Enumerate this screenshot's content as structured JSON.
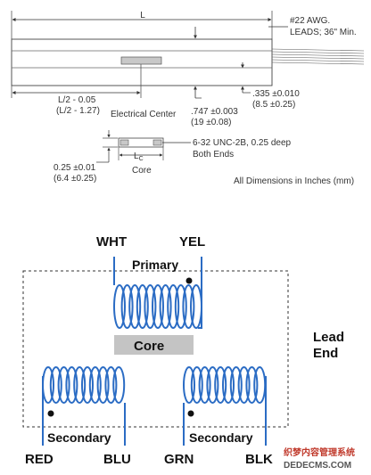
{
  "mechanical": {
    "length_label": "L",
    "leads_line1": "#22 AWG.",
    "leads_line2": "LEADS; 36\" Min.",
    "half_length_in": "L/2 - 0.05",
    "half_length_mm": "(L/2 - 1.27)",
    "electrical_center": "Electrical Center",
    "diameter_in": ".747 ±0.003",
    "diameter_mm": "(19 ±0.08)",
    "offset_in": ".335 ±0.010",
    "offset_mm": "(8.5 ±0.25)",
    "thread_line1": "6-32 UNC-2B, 0.25 deep",
    "thread_line2": "Both Ends",
    "core_length_label": "L",
    "core_length_sub": "C",
    "core_label": "Core",
    "core_dim_in": "0.25 ±0.01",
    "core_dim_mm": "(6.4 ±0.25)",
    "units_note": "All Dimensions in Inches (mm)"
  },
  "schematic": {
    "lead_labels": {
      "wht": "WHT",
      "yel": "YEL",
      "red": "RED",
      "blu": "BLU",
      "grn": "GRN",
      "blk": "BLK"
    },
    "primary_label": "Primary",
    "core_label": "Core",
    "secondary_left_label": "Secondary",
    "secondary_right_label": "Secondary",
    "lead_end_line1": "Lead",
    "lead_end_line2": "End",
    "coil_color": "#2b6cc4",
    "core_fill": "#c4c4c4"
  },
  "watermark": {
    "line1": "织梦内容管理系统",
    "line2": "DEDECMS.COM"
  }
}
